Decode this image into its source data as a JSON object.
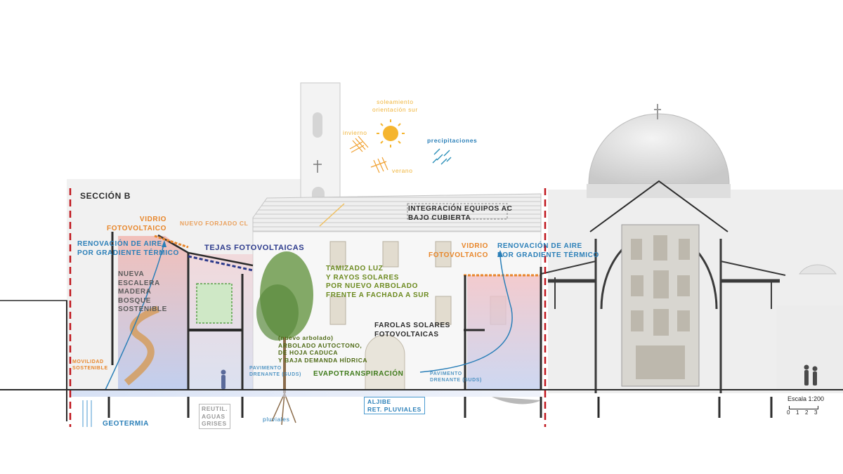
{
  "section_title": "SECCIÓN B",
  "labels": {
    "vidrio_left": "VIDRIO\nFOTOVOLTAICO",
    "nuevo_forjado": "NUEVO FORJADO CL",
    "renovacion_left": "RENOVACIÓN DE AIRE\nPOR GRADIENTE TÉRMICO",
    "tejas": "TEJAS FOTOVOLTAICAS",
    "escalera": "NUEVA\nESCALERA\nMADERA\nBOSQUE\nSOSTENIBLE",
    "movilidad": "MOVILIDAD\nSOSTENIBLE",
    "soleamiento": "soleamiento\norientación sur",
    "invierno": "invierno",
    "verano": "verano",
    "precipitaciones": "precipitaciones",
    "integracion": "INTEGRACIÓN EQUIPOS AC\nBAJO CUBIERTA",
    "tamizado": "TAMIZADO LUZ\nY RAYOS SOLARES\nPOR NUEVO ARBOLADO\nFRENTE A FACHADA A SUR",
    "vidrio_right": "VIDRIO\nFOTOVOLTAICO",
    "renovacion_right": "RENOVACIÓN DE AIRE\nPOR GRADIENTE TÉRMICO",
    "farolas": "FAROLAS SOLARES\nFOTOVOLTAICAS",
    "arbolado": "(nuevo arbolado)\nARBOLADO AUTOCTONO,\nDE HOJA CADUCA\nY BAJA DEMANDA HÍDRICA",
    "evapo": "EVAPOTRANSPIRACIÓN",
    "pavimento_left": "PAVIMENTO\nDRENANTE (SUDS)",
    "pavimento_right": "PAVIMENTO\nDRENANTE (SUDS)",
    "reutil": "REUTIL.\nAGUAS\nGRISES",
    "aljibe": "ALJIBE\nRET. PLUVIALES",
    "pluviales": "pluviales",
    "geotermia": "GEOTERMIA"
  },
  "scale": {
    "label": "Escala 1:200",
    "ticks": [
      "0",
      "1",
      "2",
      "3"
    ]
  },
  "colors": {
    "orange": "#e8862a",
    "blue": "#2a7fb8",
    "navy": "#2c3a8c",
    "green": "#6c8a1f",
    "red_line": "#c0161d",
    "sun": "#f0b43a"
  }
}
